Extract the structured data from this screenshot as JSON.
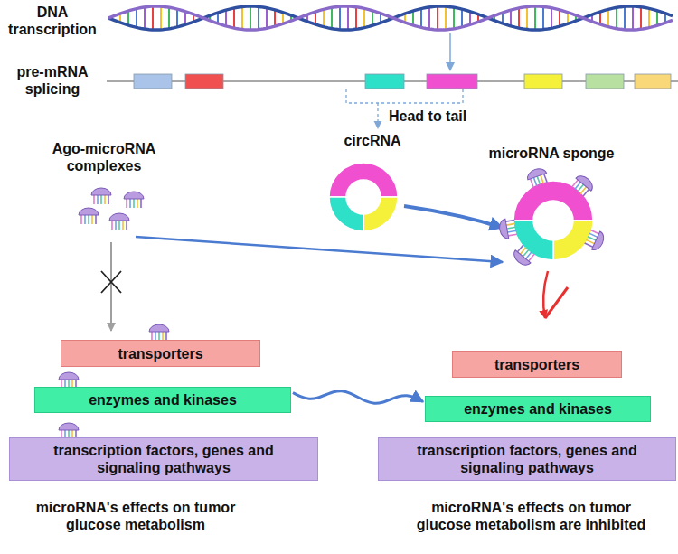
{
  "diagram": {
    "nodes": [
      {
        "text": [
          "transporters"
        ]
      },
      {
        "text": [
          "enzymes and  kinases"
        ]
      },
      {
        "text": [
          "transcription factors, genes and signaling pathways"
        ]
      },
      {
        "text": [
          "transporters"
        ]
      },
      {
        "text": [
          "enzymes and  kinases"
        ]
      },
      {
        "text": [
          "transcription factors, genes and signaling pathways"
        ]
      }
    ],
    "edges": [
      {
        "from": 1,
        "to": 4,
        "arrow": "to"
      }
    ],
    "labels": [
      "DNA transcription",
      "pre-mRNA splicing",
      "Head to tail",
      "circRNA",
      "Ago-microRNA complexes",
      "microRNA sponge",
      "microRNA's effects on tumor glucose metabolism",
      "microRNA's effects on tumor glucose metabolism are inhibited"
    ]
  }
}
